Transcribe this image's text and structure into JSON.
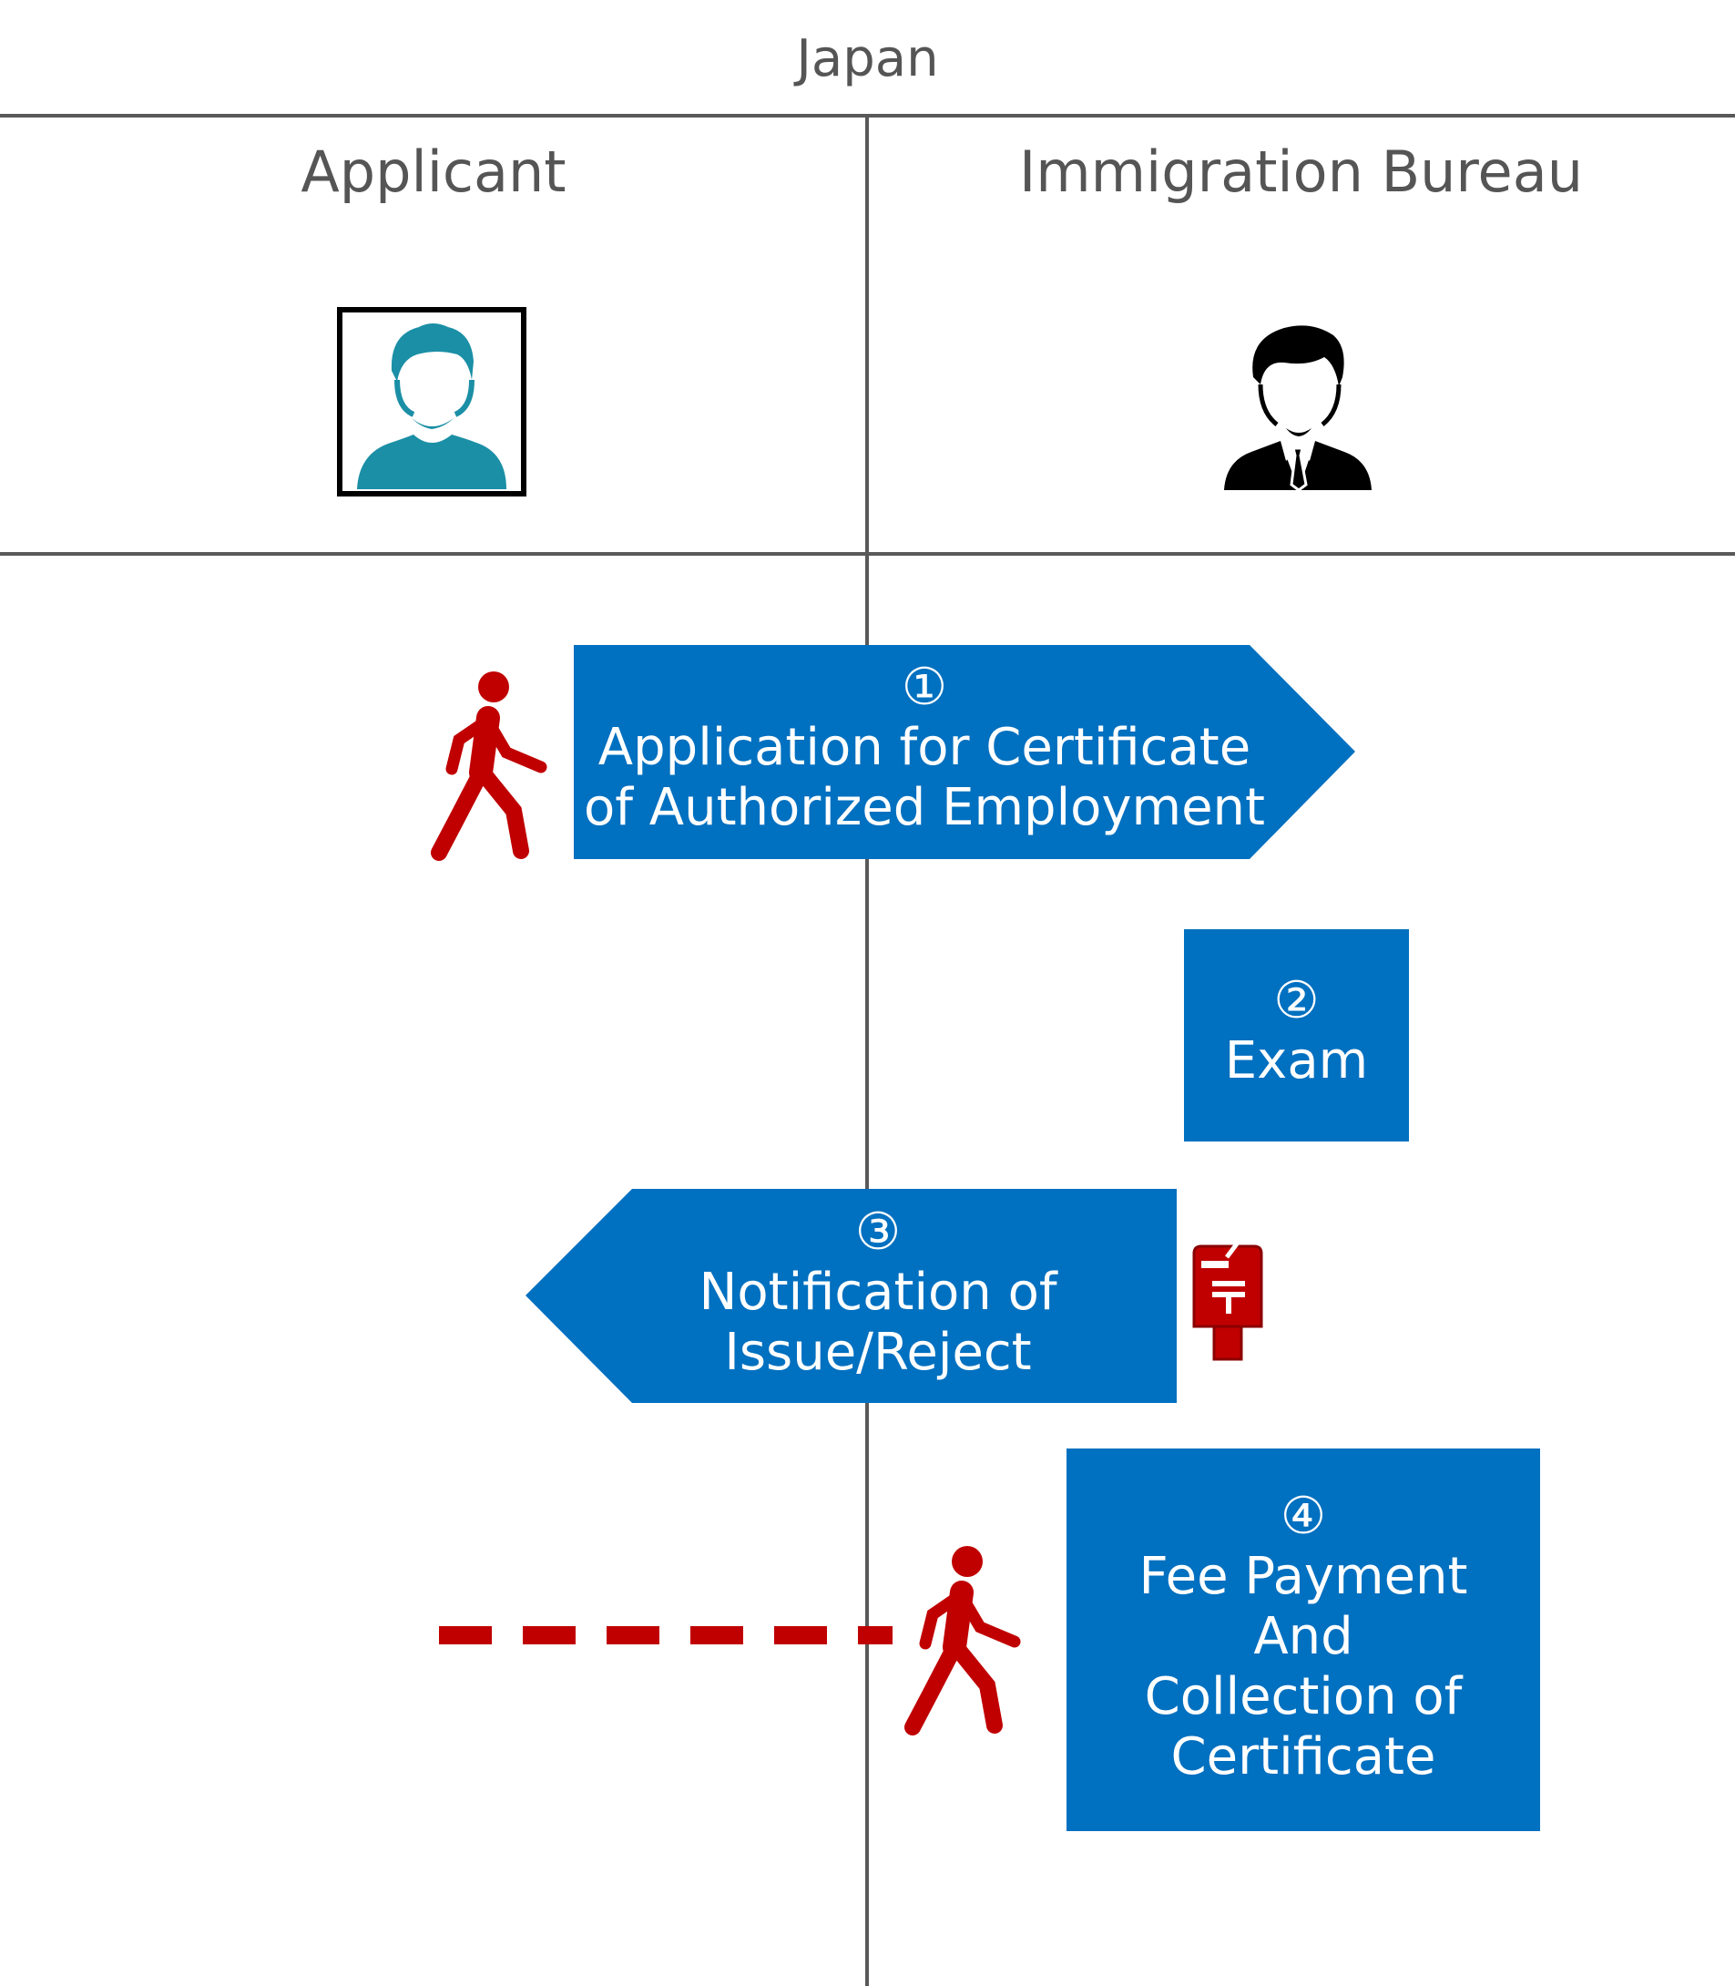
{
  "header": {
    "country": "Japan",
    "left_column": "Applicant",
    "right_column": "Immigration Bureau"
  },
  "steps": [
    {
      "number": "①",
      "text_lines": [
        "Application for Certificate",
        "of Authorized Employment"
      ]
    },
    {
      "number": "②",
      "text_lines": [
        "Exam"
      ]
    },
    {
      "number": "③",
      "text_lines": [
        "Notification of",
        "Issue/Reject"
      ]
    },
    {
      "number": "④",
      "text_lines": [
        "Fee Payment",
        "And",
        "Collection of",
        "Certificate"
      ]
    }
  ],
  "icons": {
    "applicant": "applicant-avatar-icon",
    "officer": "officer-icon",
    "walking_person": "walking-person-icon",
    "mailbox": "mailbox-icon"
  },
  "colors": {
    "box_blue": "#0070C0",
    "accent_red": "#C00000",
    "applicant_teal": "#1B8FA6",
    "line_gray": "#595959"
  }
}
